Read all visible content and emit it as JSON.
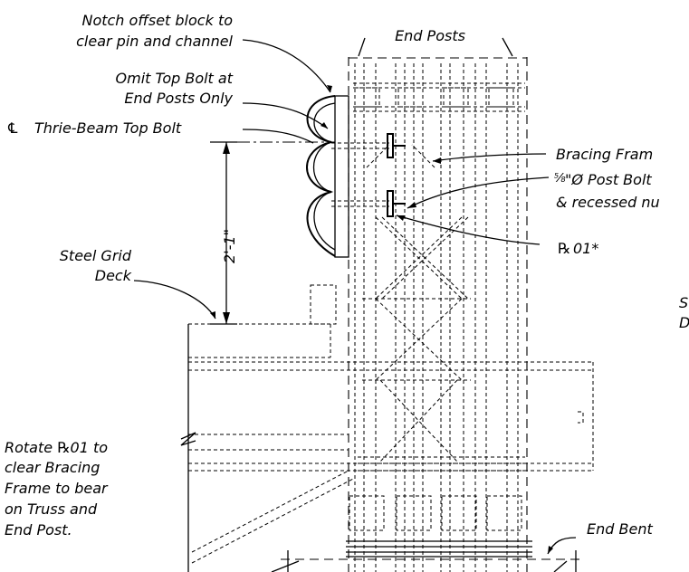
{
  "labels": {
    "notch_1": "Notch offset block to",
    "notch_2": "clear pin and channel",
    "end_posts": "End Posts",
    "omit_1": "Omit Top Bolt at",
    "omit_2": "End Posts Only",
    "thrie_beam": "Thrie-Beam Top Bolt",
    "centerline_symbol": "℄",
    "bracing_frame": "Bracing Fram",
    "post_bolt_fraction": "⅝",
    "post_bolt": "\"Ø Post Bolt",
    "recessed": "& recessed nu",
    "plate_symbol": "℞",
    "pl01_star": "01*",
    "dimension": "2'-1\"",
    "steel_grid_1": "Steel Grid",
    "steel_grid_2": "Deck",
    "cutoff_1": "S",
    "cutoff_2": "D",
    "rotate_1a": "Rotate ",
    "rotate_1b": "01 to",
    "rotate_2": "clear Bracing",
    "rotate_3": "Frame to bear",
    "rotate_4": "on Truss and",
    "rotate_5": "End Post.",
    "end_bent": "End Bent"
  }
}
